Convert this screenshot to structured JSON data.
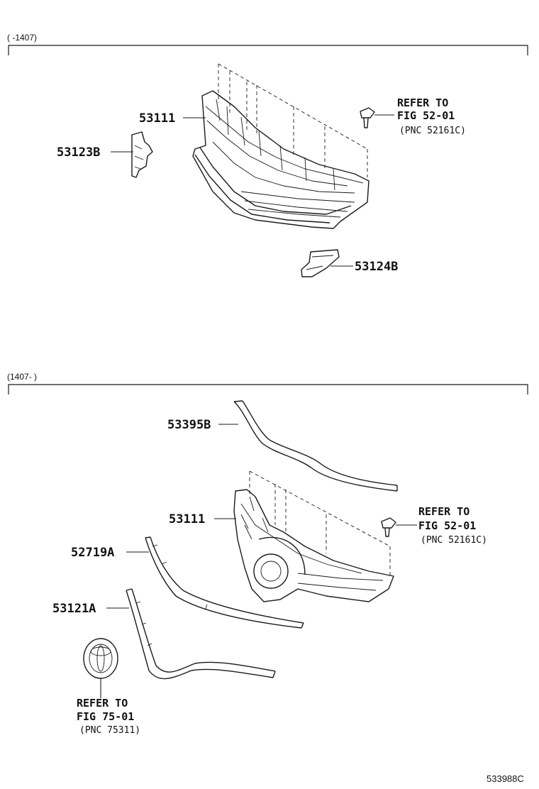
{
  "sections": [
    {
      "range": "(      -1407)",
      "parts": {
        "grille": "53111",
        "bracket_left": "53123B",
        "bracket_lower": "53124B"
      },
      "refer": {
        "line1": "REFER TO",
        "line2": "FIG 52-01",
        "line3": "(PNC 52161C)"
      }
    },
    {
      "range": "(1407-      )",
      "parts": {
        "moulding_top": "53395B",
        "grille": "53111",
        "moulding_side": "52719A",
        "garnish": "53121A"
      },
      "refer": {
        "line1": "REFER TO",
        "line2": "FIG 52-01",
        "line3": "(PNC 52161C)"
      },
      "emblem_refer": {
        "line1": "REFER TO",
        "line2": "FIG 75-01",
        "line3": "(PNC 75311)"
      }
    }
  ],
  "diagram_code": "533988C"
}
